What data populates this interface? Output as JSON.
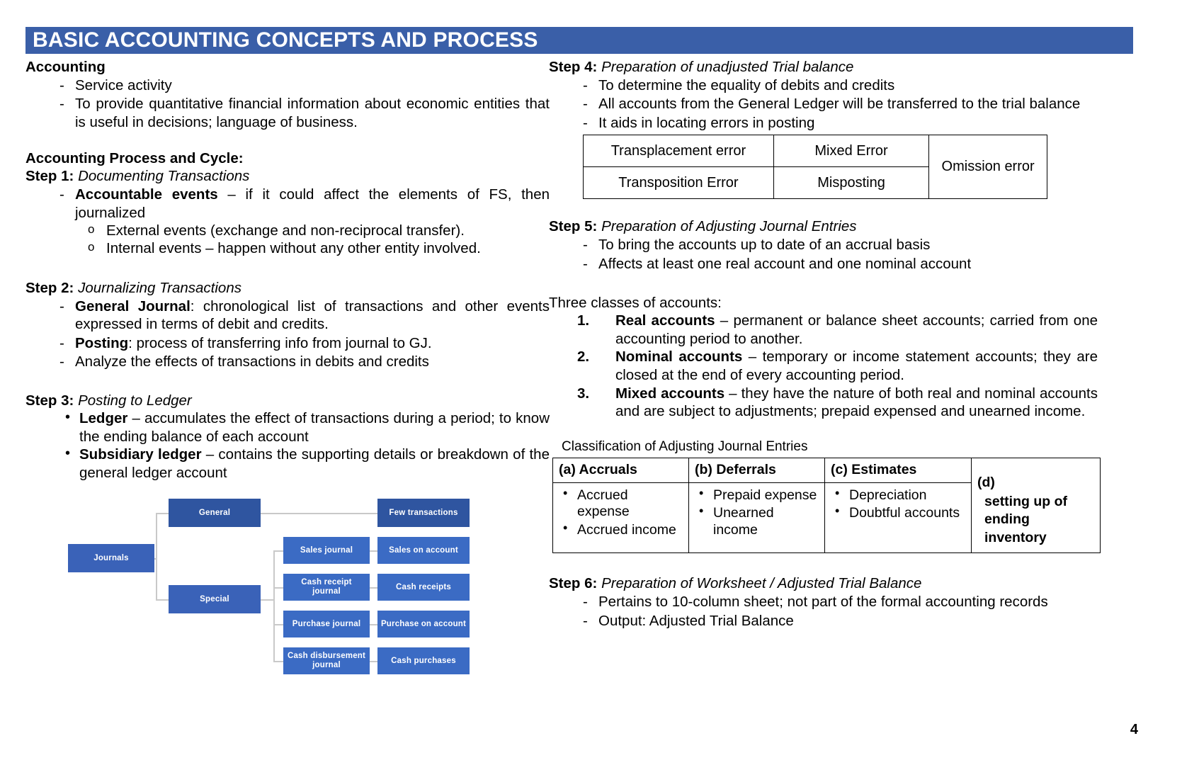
{
  "document": {
    "title": "BASIC ACCOUNTING CONCEPTS AND PROCESS",
    "page_number": "4",
    "accent_color": "#3a5fa8",
    "diagram_node_color": "#3b6bc4"
  },
  "left_column": {
    "accounting_heading": "Accounting",
    "accounting_points": [
      "Service activity",
      "To provide quantitative financial information about economic entities that is useful in decisions; language of business."
    ],
    "process_heading": "Accounting Process and Cycle:",
    "step1": {
      "label": "Step 1:",
      "title": "Documenting Transactions",
      "bullet_bold": "Accountable events",
      "bullet_rest": " – if it could affect the elements of FS, then journalized",
      "sub_points": [
        "External events (exchange and non-reciprocal transfer).",
        "Internal events – happen without any other entity involved."
      ]
    },
    "step2": {
      "label": "Step 2:",
      "title": "Journalizing Transactions",
      "points": [
        {
          "bold": "General Journal",
          "rest": ": chronological list of transactions and other events expressed in terms of debit and credits."
        },
        {
          "bold": "Posting",
          "rest": ": process of transferring info from journal to GJ."
        },
        {
          "bold": "",
          "rest": "Analyze the effects of transactions in debits and credits"
        }
      ]
    },
    "step3": {
      "label": "Step 3:",
      "title": "Posting to Ledger",
      "points": [
        {
          "bold": "Ledger",
          "rest": " – accumulates the effect of transactions during a period; to know the ending balance of each account"
        },
        {
          "bold": "Subsidiary ledger",
          "rest": " – contains the supporting details or breakdown of the general ledger account"
        }
      ]
    },
    "diagram": {
      "root": "Journals",
      "general": "General",
      "general_result": "Few transactions",
      "special": "Special",
      "special_children": [
        {
          "journal": "Sales journal",
          "result": "Sales on account"
        },
        {
          "journal": "Cash receipt journal",
          "result": "Cash receipts"
        },
        {
          "journal": "Purchase journal",
          "result": "Purchase on account"
        },
        {
          "journal": "Cash disbursement journal",
          "result": "Cash purchases"
        }
      ]
    }
  },
  "right_column": {
    "step4": {
      "label": "Step 4:",
      "title": "Preparation of unadjusted Trial balance",
      "points": [
        "To determine the equality of debits and credits",
        "All accounts from the General Ledger will be transferred to the trial balance",
        "It aids in locating errors in posting"
      ],
      "error_table": {
        "rows": [
          [
            "Transplacement error",
            "Mixed Error"
          ],
          [
            "Transposition Error",
            "Misposting"
          ]
        ],
        "omission": "Omission error"
      }
    },
    "step5": {
      "label": "Step 5:",
      "title": "Preparation of Adjusting Journal Entries",
      "points": [
        "To bring the accounts up to date of an accrual basis",
        "Affects at least one real account and one nominal account"
      ],
      "classes_heading": "Three classes of accounts:",
      "classes": [
        {
          "num": "1.",
          "bold": "Real accounts",
          "rest": " – permanent or balance sheet accounts; carried from one accounting period to another."
        },
        {
          "num": "2.",
          "bold": "Nominal accounts",
          "rest": " – temporary or income statement accounts; they are closed at the end of every accounting period."
        },
        {
          "num": "3.",
          "bold": "Mixed accounts",
          "rest": " – they have the nature of both real and nominal accounts and are subject to adjustments; prepaid expensed and unearned income."
        }
      ]
    },
    "aje_table": {
      "caption": "Classification of Adjusting Journal Entries",
      "headers": [
        "(a) Accruals",
        "(b) Deferrals",
        "(c) Estimates"
      ],
      "columns": [
        [
          "Accrued expense",
          "Accrued income"
        ],
        [
          "Prepaid expense",
          "Unearned income"
        ],
        [
          "Depreciation",
          "Doubtful accounts"
        ]
      ],
      "d_label": "(d)",
      "d_text": "setting up of ending inventory"
    },
    "step6": {
      "label": "Step 6:",
      "title": "Preparation of Worksheet / Adjusted Trial Balance",
      "points": [
        "Pertains to 10-column sheet; not part of the formal accounting records",
        "Output: Adjusted Trial Balance"
      ]
    }
  }
}
